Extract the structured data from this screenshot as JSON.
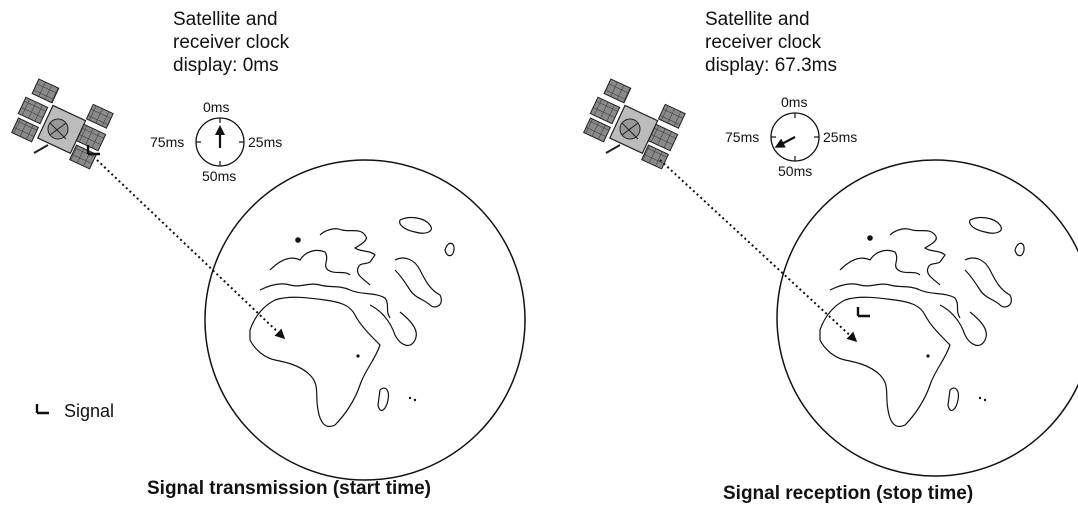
{
  "left_panel": {
    "caption_lines": [
      "Satellite and",
      "receiver clock",
      "display: 0ms"
    ],
    "clock_ticks": {
      "top": "0ms",
      "right": "25ms",
      "bottom": "50ms",
      "left": "75ms"
    },
    "clock_reading_ms": 0,
    "footer": "Signal transmission (start time)"
  },
  "right_panel": {
    "caption_lines": [
      "Satellite and",
      "receiver clock",
      "display: 67.3ms"
    ],
    "clock_ticks": {
      "top": "0ms",
      "right": "25ms",
      "bottom": "50ms",
      "left": "75ms"
    },
    "clock_reading_ms": 67.3,
    "footer": "Signal reception (stop time)"
  },
  "legend": {
    "label": "Signal"
  }
}
